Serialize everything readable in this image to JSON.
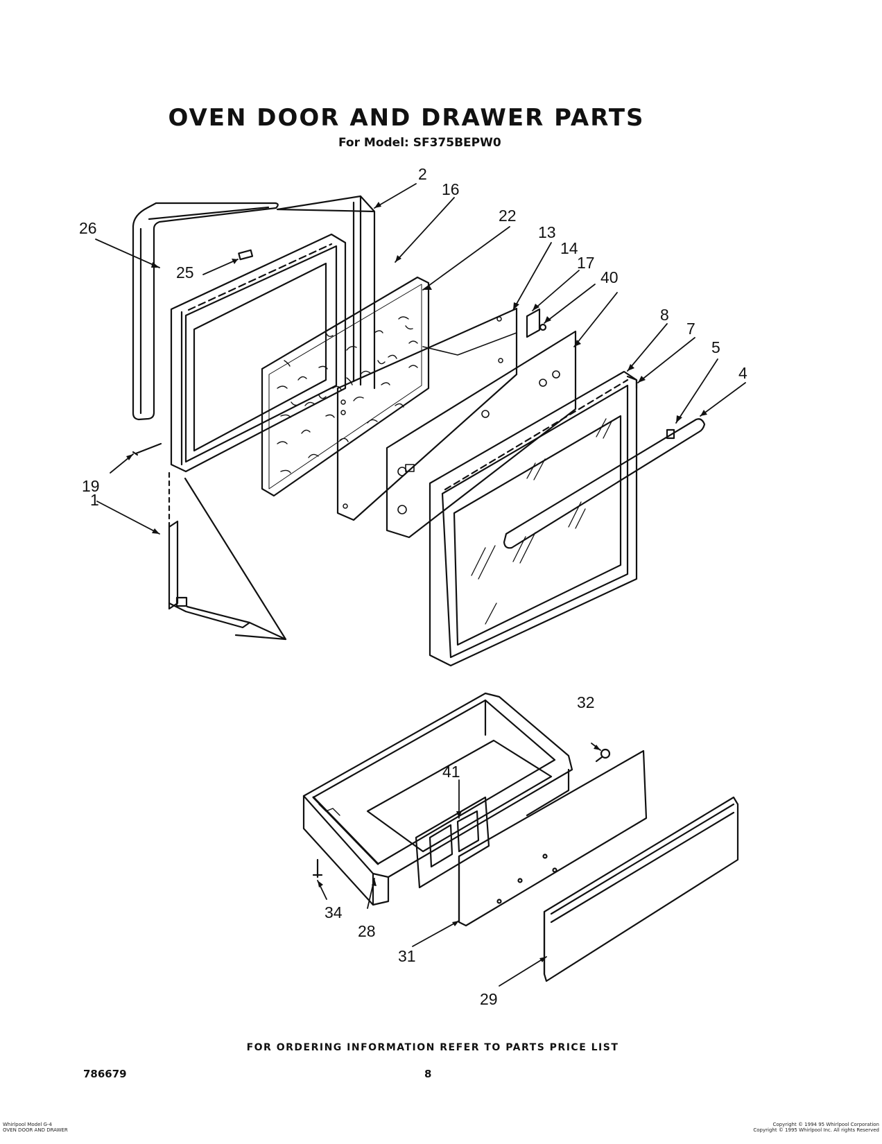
{
  "header": {
    "title": "OVEN DOOR AND DRAWER PARTS",
    "subtitle": "For Model: SF375BEPW0"
  },
  "callouts": {
    "c1": "1",
    "c2": "2",
    "c4": "4",
    "c5": "5",
    "c7": "7",
    "c8": "8",
    "c13": "13",
    "c14": "14",
    "c16": "16",
    "c17": "17",
    "c19": "19",
    "c22": "22",
    "c25": "25",
    "c26": "26",
    "c28": "28",
    "c29": "29",
    "c31": "31",
    "c32": "32",
    "c34": "34",
    "c40": "40",
    "c41": "41"
  },
  "footer": {
    "ordering_note": "FOR ORDERING INFORMATION REFER TO PARTS PRICE LIST",
    "doc_number": "786679",
    "page_number": "8",
    "left_line1": "Whirlpool Model G-4",
    "left_line2": "OVEN DOOR AND DRAWER",
    "right_line1": "Copyright © 1994 95 Whirlpool Corporation",
    "right_line2": "Copyright © 1995 Whirlpool Inc. All rights Reserved"
  }
}
